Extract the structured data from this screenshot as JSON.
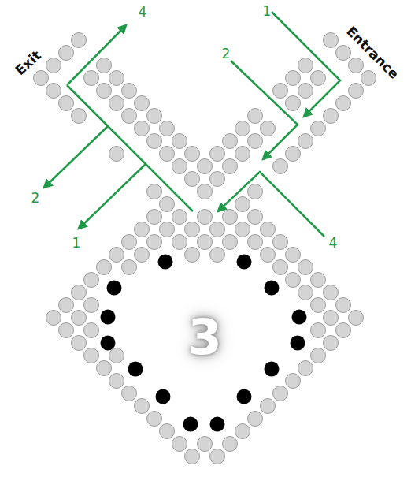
{
  "diagram": {
    "labels": [
      "Exit",
      "4",
      "Entrance",
      "1",
      "2",
      "2",
      "1",
      "4",
      "3"
    ]
  }
}
